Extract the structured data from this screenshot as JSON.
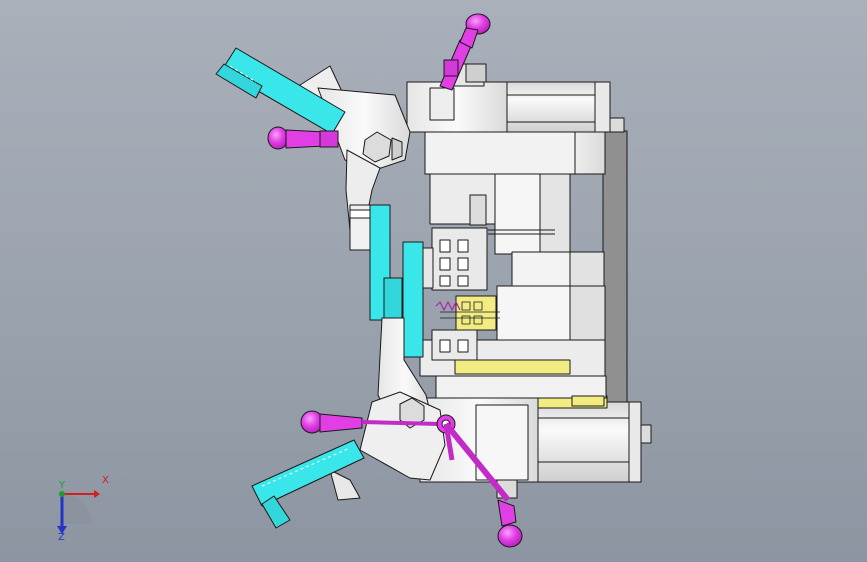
{
  "viewport": {
    "name": "3d-graphics-viewport",
    "background_top": "#a9b0ba",
    "background_bottom": "#8c95a1"
  },
  "model": {
    "colors": {
      "metal_light": "#f4f4f4",
      "metal_mid": "#e2e2e2",
      "metal_shadow": "#c9c9c9",
      "outline": "#1a1a1a",
      "cyan_pad": "#39e6ea",
      "magenta_handle": "#e23ee6",
      "yellow_part": "#f2ec82",
      "dark_plate": "#909090"
    }
  },
  "triad": {
    "x_label": "X",
    "y_label": "Y",
    "z_label": "Z",
    "x_color": "#d21e1e",
    "y_color": "#1e9d2a",
    "z_color": "#2432c8"
  }
}
